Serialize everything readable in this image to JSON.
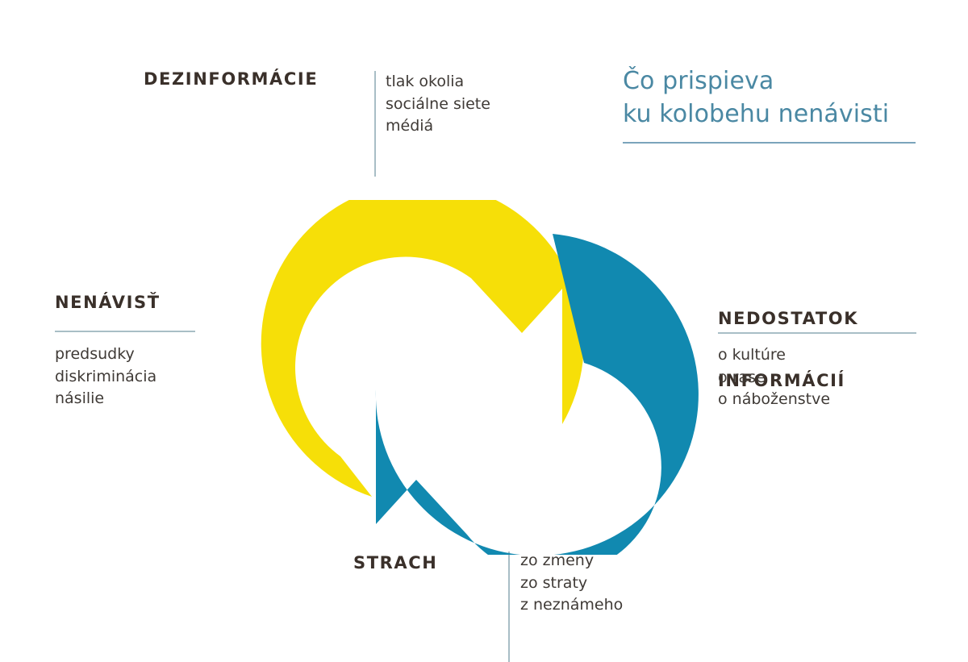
{
  "title": {
    "line1": "Čo prispieva",
    "line2": "ku kolobehu nenávisti"
  },
  "colors": {
    "yellow": "#f6df08",
    "teal": "#1189b0",
    "title_blue": "#4a88a3",
    "heading_dark": "#3a302a",
    "rule": "#a8bec6",
    "background": "#ffffff"
  },
  "blocks": {
    "disinformation": {
      "heading": "DEZINFORMÁCIE",
      "items": [
        "tlak okolia",
        "sociálne siete",
        "médiá"
      ]
    },
    "hatred": {
      "heading": "NENÁVISŤ",
      "items": [
        "predsudky",
        "diskriminácia",
        "násilie"
      ]
    },
    "lack_of_information": {
      "heading_line1": "NEDOSTATOK",
      "heading_line2": "INFORMÁCIÍ",
      "items": [
        "o kultúre",
        "o rase",
        "o náboženstve"
      ]
    },
    "fear": {
      "heading": "STRACH",
      "items": [
        "zo zmeny",
        "zo straty",
        "z neznámeho"
      ]
    }
  },
  "diagram": {
    "type": "cycle",
    "arrows": [
      {
        "name": "yellow-arrow",
        "color": "#f6df08",
        "direction": "clockwise-upper-left-to-right"
      },
      {
        "name": "teal-arrow",
        "color": "#1189b0",
        "direction": "clockwise-right-to-lower-left"
      }
    ]
  }
}
